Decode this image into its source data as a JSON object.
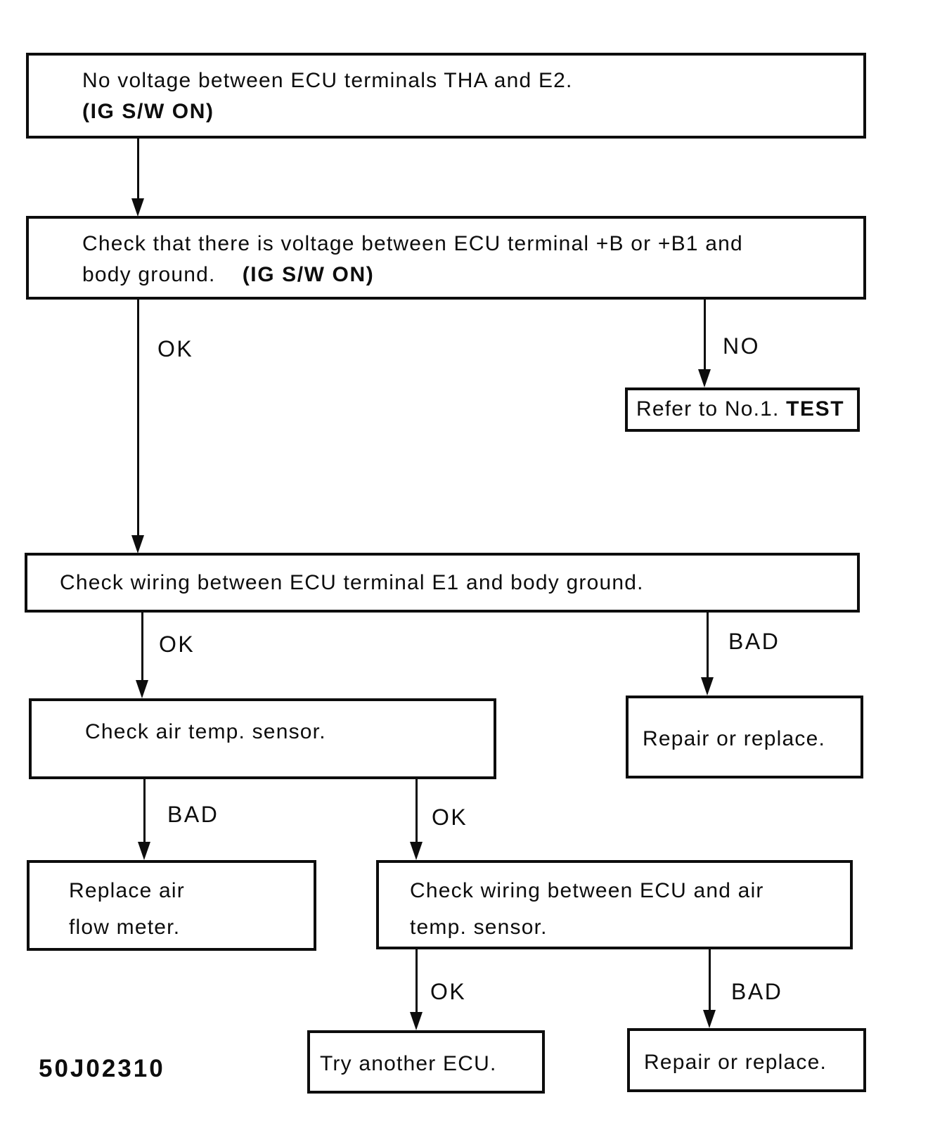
{
  "figure_code": "50J02310",
  "colors": {
    "ink": "#0d0d0d",
    "paper": "#ffffff"
  },
  "nodes": {
    "start": {
      "line1": "No voltage between ECU terminals THA and E2.",
      "line2": "(IG S/W ON)"
    },
    "check_b_voltage": {
      "line1": "Check that there is voltage between ECU terminal +B or +B1 and",
      "line2": "body ground.",
      "line2_note": "(IG S/W ON)"
    },
    "refer_test": {
      "text": "Refer to No.1.",
      "emphasis": "TEST"
    },
    "check_wiring_e1": {
      "text": "Check wiring between ECU terminal E1 and body ground."
    },
    "check_air_temp_sensor": {
      "text": "Check air temp. sensor."
    },
    "repair_or_replace_right": {
      "text": "Repair or replace."
    },
    "replace_air_flow_meter": {
      "line1": "Replace air",
      "line2": "flow meter."
    },
    "check_wiring_air_temp": {
      "line1": "Check wiring between ECU and air",
      "line2": "temp. sensor."
    },
    "try_another_ecu": {
      "text": "Try another ECU."
    },
    "repair_or_replace_bottom": {
      "text": "Repair or replace."
    }
  },
  "edges": [
    {
      "from": "start",
      "to": "check_b_voltage",
      "label": ""
    },
    {
      "from": "check_b_voltage",
      "to": "check_wiring_e1",
      "label": "OK"
    },
    {
      "from": "check_b_voltage",
      "to": "refer_test",
      "label": "NO"
    },
    {
      "from": "check_wiring_e1",
      "to": "check_air_temp_sensor",
      "label": "OK"
    },
    {
      "from": "check_wiring_e1",
      "to": "repair_or_replace_right",
      "label": "BAD"
    },
    {
      "from": "check_air_temp_sensor",
      "to": "replace_air_flow_meter",
      "label": "BAD"
    },
    {
      "from": "check_air_temp_sensor",
      "to": "check_wiring_air_temp",
      "label": "OK"
    },
    {
      "from": "check_wiring_air_temp",
      "to": "try_another_ecu",
      "label": "OK"
    },
    {
      "from": "check_wiring_air_temp",
      "to": "repair_or_replace_bottom",
      "label": "BAD"
    }
  ]
}
